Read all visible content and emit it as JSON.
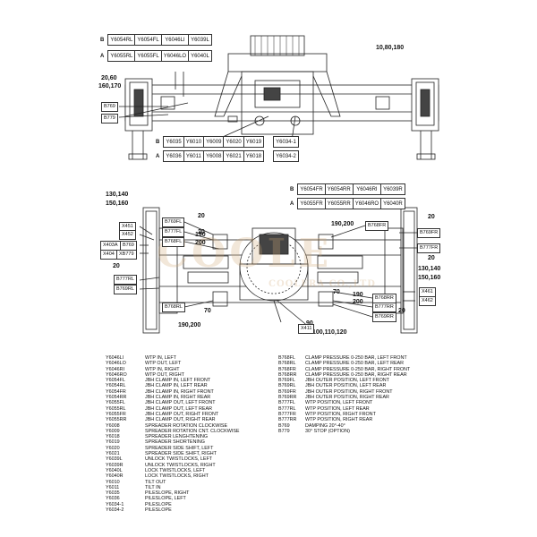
{
  "top_table": {
    "rows": [
      {
        "label": "B",
        "cells": [
          "Y6054RL",
          "Y6054FL",
          "Y6046LI",
          "Y6039L"
        ]
      },
      {
        "label": "A",
        "cells": [
          "Y6055RL",
          "Y6055FL",
          "Y6046LO",
          "Y6040L"
        ]
      }
    ]
  },
  "mid_table": {
    "rows": [
      {
        "label": "B",
        "cells": [
          "Y6035",
          "Y6010",
          "Y6009",
          "Y6020",
          "Y6019",
          "Y6034-1"
        ]
      },
      {
        "label": "A",
        "cells": [
          "Y6036",
          "Y6011",
          "Y6008",
          "Y6021",
          "Y6018",
          "Y6034-2"
        ]
      }
    ]
  },
  "right_table": {
    "rows": [
      {
        "label": "B",
        "cells": [
          "Y6054FR",
          "Y6054RR",
          "Y6046RI",
          "Y6039R"
        ]
      },
      {
        "label": "A",
        "cells": [
          "Y6055FR",
          "Y6055RR",
          "Y6046RO",
          "Y6040R"
        ]
      }
    ]
  },
  "numbers": {
    "n_10_80_180": "10,80,180",
    "n_20_60": "20,60",
    "n_160_170": "160,170",
    "n_130_140_a": "130,140",
    "n_150_160_a": "150,160",
    "n_20_a": "20",
    "n_20_b": "20",
    "n_190": "190",
    "n_200": "200",
    "n_20_c": "20",
    "n_190_200_top": "190,200",
    "n_20_d": "20",
    "n_20_e": "20",
    "n_130_140_b": "130,140",
    "n_150_160_b": "150,160",
    "n_70_a": "70",
    "n_190_b": "190",
    "n_200_b": "200",
    "n_70_b": "70",
    "n_20_f": "20",
    "n_190_200_bottom": "190,200",
    "n_90": "90",
    "n_100_110_120": "100,110,120"
  },
  "boxes": {
    "b769_top": "B769",
    "b779_top": "B779",
    "x451": "X451",
    "x452": "X452",
    "x403a": "X403A",
    "b769_l": "B769",
    "x404": "X404",
    "xb779": "XB779",
    "b769fl": "B769FL",
    "b777fl": "B777FL",
    "b768fl": "B768FL",
    "b777rl": "B777RL",
    "b769rl": "B769RL",
    "b768rl": "B768RL",
    "b768fr": "B768FR",
    "b769fr": "B769FR",
    "b777fr": "B777FR",
    "x461": "X461",
    "x462": "X462",
    "b768rr": "B768RR",
    "b777rr": "B777RR",
    "b769rr": "B769RR",
    "x411": "X411"
  },
  "legend_left": [
    {
      "code": "Y6046LI",
      "desc": "WTP IN, LEFT"
    },
    {
      "code": "Y6046LO",
      "desc": "WTP OUT, LEFT"
    },
    {
      "code": "Y6046RI",
      "desc": "WTP IN, RIGHT"
    },
    {
      "code": "Y6046RO",
      "desc": "WTP OUT, RIGHT"
    },
    {
      "code": "Y6054FL",
      "desc": "JBH CLAMP IN, LEFT FRONT"
    },
    {
      "code": "Y6054RL",
      "desc": "JBH CLAMP IN, LEFT REAR"
    },
    {
      "code": "Y6054FR",
      "desc": "JBH CLAMP IN, RIGHT FRONT"
    },
    {
      "code": "Y6054RR",
      "desc": "JBH CLAMP IN, RIGHT REAR"
    },
    {
      "code": "Y6055FL",
      "desc": "JBH CLAMP OUT, LEFT FRONT"
    },
    {
      "code": "Y6055RL",
      "desc": "JBH CLAMP OUT, LEFT REAR"
    },
    {
      "code": "Y6055FR",
      "desc": "JBH CLAMP OUT, RIGHT FRONT"
    },
    {
      "code": "Y6055RR",
      "desc": "JBH CLAMP OUT, RIGHT REAR"
    },
    {
      "code": "Y6008",
      "desc": "SPREADER ROTATION CLOCKWISE"
    },
    {
      "code": "Y6009",
      "desc": "SPREADER ROTATION CNT. CLOCKWISE"
    },
    {
      "code": "Y6018",
      "desc": "SPREADER LENGHTENING"
    },
    {
      "code": "Y6019",
      "desc": "SPREADER SHORTENING"
    },
    {
      "code": "Y6020",
      "desc": "SPREADER SIDE SHIFT, LEFT"
    },
    {
      "code": "Y6021",
      "desc": "SPREADER SIDE SHIFT, RIGHT"
    },
    {
      "code": "Y6039L",
      "desc": "UNLOCK TWISTLOCKS, LEFT"
    },
    {
      "code": "Y6039R",
      "desc": "UNLOCK TWISTLOCKS, RIGHT"
    },
    {
      "code": "Y6040L",
      "desc": "LOCK TWISTLOCKS, LEFT"
    },
    {
      "code": "Y6040R",
      "desc": "LOCK TWISTLOCKS, RIGHT"
    },
    {
      "code": "Y6010",
      "desc": "TILT OUT"
    },
    {
      "code": "Y6011",
      "desc": "TILT IN"
    },
    {
      "code": "Y6035",
      "desc": "PILESLOPE, RIGHT"
    },
    {
      "code": "Y6036",
      "desc": "PILESLOPE, LEFT"
    },
    {
      "code": "Y6034-1",
      "desc": "PILESLOPE"
    },
    {
      "code": "Y6034-2",
      "desc": "PILESLOPE"
    }
  ],
  "legend_right": [
    {
      "code": "B768FL",
      "desc": "CLAMP PRESSURE 0-250 BAR, LEFT FRONT"
    },
    {
      "code": "B768RL",
      "desc": "CLAMP PRESSURE 0-250 BAR, LEFT REAR"
    },
    {
      "code": "B768FR",
      "desc": "CLAMP PRESSURE 0-250 BAR, RIGHT FRONT"
    },
    {
      "code": "B768RR",
      "desc": "CLAMP PRESSURE 0-250 BAR, RIGHT REAR"
    },
    {
      "code": "B769FL",
      "desc": "JBH OUTER POSITION, LEFT FRONT"
    },
    {
      "code": "B769RL",
      "desc": "JBH OUTER POSITION, LEFT REAR"
    },
    {
      "code": "B769FR",
      "desc": "JBH OUTER POSITION, RIGHT FRONT"
    },
    {
      "code": "B769RR",
      "desc": "JBH OUTER POSITION, RIGHT REAR"
    },
    {
      "code": "B777FL",
      "desc": "WTP POSITION, LEFT FRONT"
    },
    {
      "code": "B777RL",
      "desc": "WTP POSITION, LEFT REAR"
    },
    {
      "code": "B777FR",
      "desc": "WTP POSITION, RIGHT FRONT"
    },
    {
      "code": "B777RR",
      "desc": "WTP POSITION, RIGHT REAR"
    },
    {
      "code": "B769",
      "desc": "DAMPING 20°-40°"
    },
    {
      "code": "B779",
      "desc": "30° STOP (OPTION)"
    }
  ],
  "watermark": {
    "main": "COOLE",
    "sub": "COOLERA CO.,LTD"
  }
}
